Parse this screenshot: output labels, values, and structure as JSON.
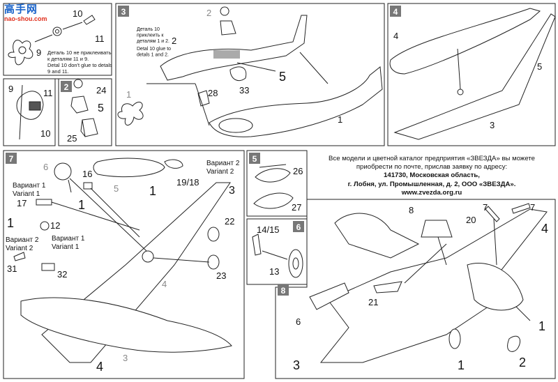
{
  "watermark": {
    "title": "高手网",
    "url": "nao-shou.com"
  },
  "steps": {
    "s2": "2",
    "s3": "3",
    "s4": "4",
    "s5": "5",
    "s6": "6",
    "s7": "7",
    "s8": "8"
  },
  "panel1": {
    "p10": "10",
    "p11": "11",
    "p9": "9",
    "note_ru": "Деталь 10 не приклеивать к деталям 11 и 9.",
    "note_en": "Detal 10 don't glue to detals 9 and 11.",
    "c9": "9",
    "c11": "11",
    "c10": "10"
  },
  "panel2": {
    "p24": "24",
    "p5": "5",
    "p25": "25"
  },
  "panel3": {
    "p2a": "2",
    "p2b": "2",
    "p1a": "1",
    "p1b": "1",
    "p5": "5",
    "p28": "28",
    "p33": "33",
    "note_ru": "Деталь 10 приклеить к деталям 1 и 2.",
    "note_en": "Detal 10 glue to details 1 and 2."
  },
  "panel4": {
    "p4": "4",
    "p5": "5",
    "p3": "3"
  },
  "panel5": {
    "p26": "26",
    "p27": "27"
  },
  "panel6": {
    "p1415": "14/15",
    "p13": "13"
  },
  "panel7": {
    "p6": "6",
    "p16": "16",
    "p5": "5",
    "p1a": "1",
    "p1b": "1",
    "p1c": "1",
    "p1918": "19/18",
    "p3": "3",
    "p17": "17",
    "p12": "12",
    "p22": "22",
    "var2a_ru": "Вариант 2",
    "var2a_en": "Variant 2",
    "var1a_ru": "Вариант 1",
    "var1a_en": "Variant 1",
    "var2b_ru": "Вариант 2",
    "var2b_en": "Variant 2",
    "var1b_ru": "Вариант 1",
    "var1b_en": "Variant 1",
    "p31": "31",
    "p32": "32",
    "p23": "23",
    "p4a": "4",
    "p4b": "4",
    "p3b": "3"
  },
  "panel8": {
    "p8": "8",
    "p20": "20",
    "p7a": "7",
    "p7b": "7",
    "p4": "4",
    "p21": "21",
    "p6": "6",
    "p1a": "1",
    "p1b": "1",
    "p2": "2",
    "p3": "3"
  },
  "info": {
    "line1": "Все модели и цветной каталог предприятия «ЗВЕЗДА» вы можете",
    "line2": "приобрести по почте, прислав заявку по адресу:",
    "line3": "141730, Московская область,",
    "line4": "г. Лобня, ул. Промышленная, д. 2, ООО «ЗВЕЗДА».",
    "line5": "www.zvezda.org.ru"
  }
}
